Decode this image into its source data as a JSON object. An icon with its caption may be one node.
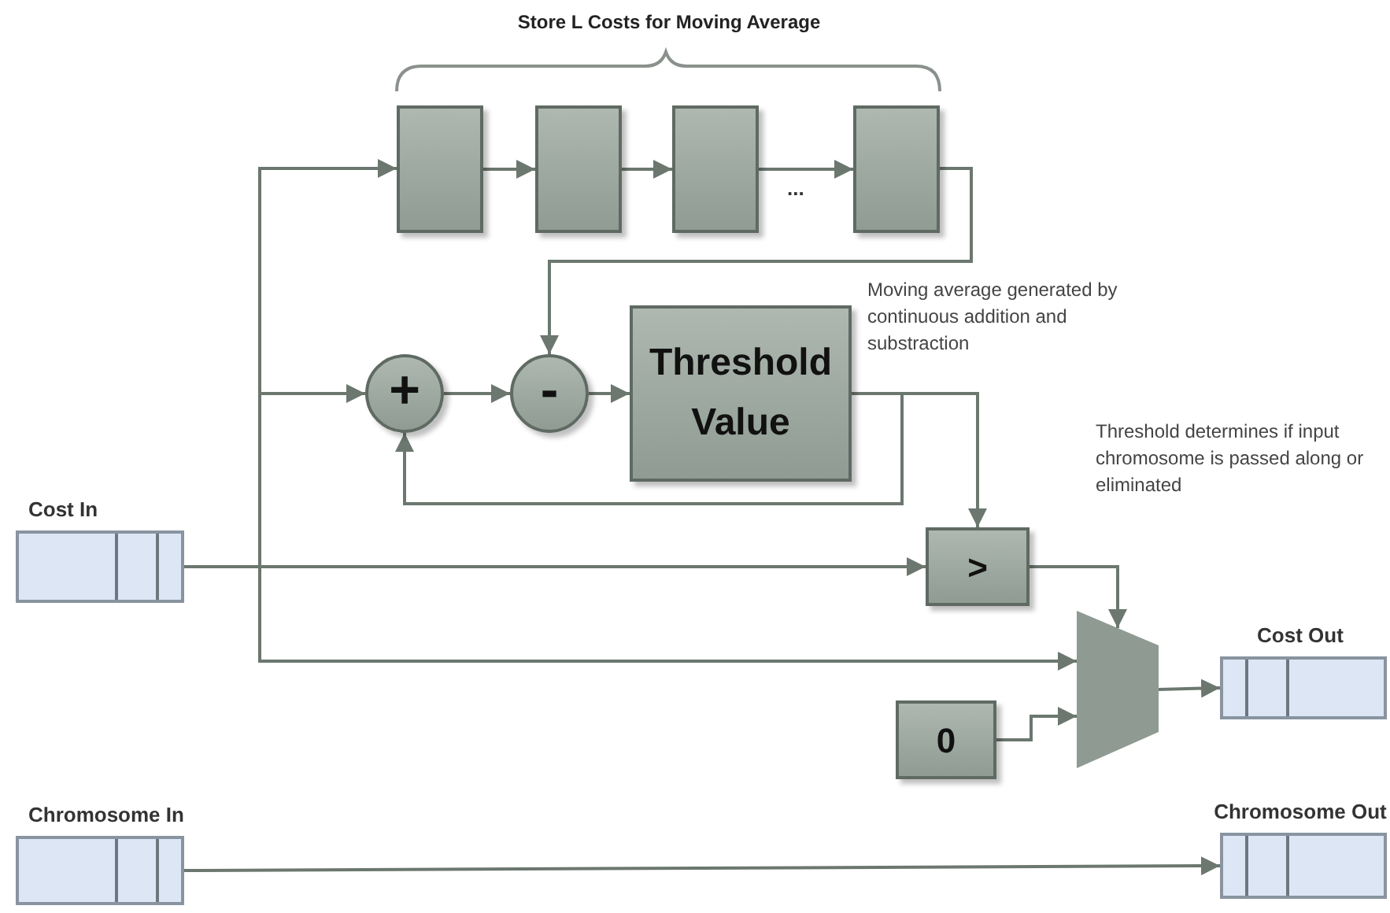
{
  "diagram": {
    "nodes": [
      {
        "text": [
          "Cost In"
        ]
      },
      {
        "text": [
          "Chromosome In"
        ]
      },
      {
        "text": [],
        "shape": "box"
      },
      {
        "text": [],
        "shape": "box"
      },
      {
        "text": [],
        "shape": "box"
      },
      {
        "text": [],
        "shape": "box"
      },
      {
        "text": [
          "+"
        ]
      },
      {
        "text": [
          "-"
        ]
      },
      {
        "text": [
          "Threshold Value"
        ]
      },
      {
        "text": [
          ">"
        ]
      },
      {
        "text": [],
        "shape": "trapezoid"
      },
      {
        "text": [
          "0"
        ]
      },
      {
        "text": [
          "Cost Out"
        ]
      },
      {
        "text": [
          "Chromosome Out"
        ]
      }
    ],
    "edges": [
      {
        "from": 0,
        "to": 2,
        "arrow": "to"
      },
      {
        "from": 0,
        "to": 6,
        "arrow": "to"
      },
      {
        "from": 0,
        "to": 9,
        "arrow": "to"
      },
      {
        "from": 0,
        "to": 10,
        "arrow": "to"
      },
      {
        "from": 2,
        "to": 3,
        "arrow": "to"
      },
      {
        "from": 3,
        "to": 4,
        "arrow": "to"
      },
      {
        "from": 4,
        "to": 5,
        "arrow": "to"
      },
      {
        "from": 5,
        "to": 7,
        "arrow": "to"
      },
      {
        "from": 6,
        "to": 7,
        "arrow": "to"
      },
      {
        "from": 7,
        "to": 8,
        "arrow": "to"
      },
      {
        "from": 8,
        "to": 6,
        "arrow": "to"
      },
      {
        "from": 8,
        "to": 9,
        "arrow": "to"
      },
      {
        "from": 9,
        "to": 10,
        "arrow": "to"
      },
      {
        "from": 11,
        "to": 10,
        "arrow": "to"
      },
      {
        "from": 10,
        "to": 12,
        "arrow": "to"
      },
      {
        "from": 1,
        "to": 13,
        "arrow": "to"
      }
    ],
    "labels": [
      "Store L Costs for Moving Average",
      "...",
      "Moving average generated by continuous addition and substraction",
      "Threshold determines if input chromosome is passed along or eliminated"
    ]
  }
}
